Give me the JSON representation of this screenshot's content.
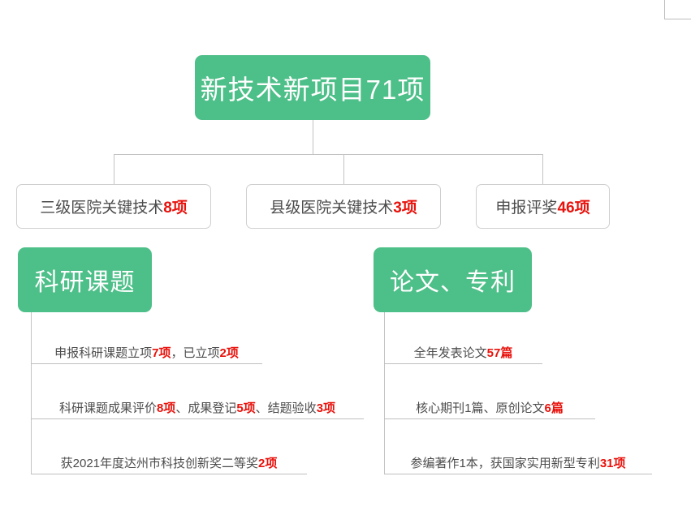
{
  "theme": {
    "green": "#4dbf88",
    "red": "#e8120c",
    "text": "#4c4c4c",
    "line": "#c3c3c3",
    "box_border": "#cfcfcf",
    "background": "#ffffff"
  },
  "chart_data": {
    "type": "diagram",
    "title": "新技术新项目71项",
    "layout": "org-chart",
    "root": {
      "label": "新技术新项目71项",
      "value": 71,
      "unit": "项"
    },
    "children": [
      {
        "label": "三级医院关键技术8项",
        "prefix": "三级医院关键技术",
        "value": 8,
        "unit": "项"
      },
      {
        "label": "县级医院关键技术3项",
        "prefix": "县级医院关键技术",
        "value": 3,
        "unit": "项"
      },
      {
        "label": "申报评奖46项",
        "prefix": "申报评奖",
        "value": 46,
        "unit": "项"
      }
    ],
    "sections": [
      {
        "heading": "科研课题",
        "items": [
          {
            "text": "申报科研课题立项7项，已立项2项",
            "values": [
              7,
              2
            ]
          },
          {
            "text": "科研课题成果评价8项、成果登记5项、结题验收3项",
            "values": [
              8,
              5,
              3
            ]
          },
          {
            "text": "获2021年度达州市科技创新奖二等奖2项",
            "values": [
              2
            ]
          }
        ]
      },
      {
        "heading": "论文、专利",
        "items": [
          {
            "text": "全年发表论文57篇",
            "values": [
              57
            ]
          },
          {
            "text": "核心期刊1篇、原创论文6篇",
            "values": [
              1,
              6
            ]
          },
          {
            "text": "参编著作1本，获国家实用新型专利31项",
            "values": [
              1,
              31
            ]
          }
        ]
      }
    ]
  },
  "root": {
    "label": "新技术新项目71项"
  },
  "branches": [
    {
      "name": "tertiary-hospital",
      "text_plain": "三级医院关键技术",
      "text_highlight": "8项"
    },
    {
      "name": "county-hospital",
      "text_plain": "县级医院关键技术",
      "text_highlight": "3项"
    },
    {
      "name": "award-application",
      "text_plain": "申报评奖",
      "text_highlight": "46项"
    }
  ],
  "research": {
    "heading": "科研课题",
    "items": [
      {
        "p1": "申报科研课题立项",
        "h1": "7项",
        "p2": "，已立项",
        "h2": "2项",
        "p3": "",
        "h3": "",
        "p4": ""
      },
      {
        "p1": "科研课题成果评价",
        "h1": "8项",
        "p2": "、成果登记",
        "h2": "5项",
        "p3": "、结题验收",
        "h3": "3项",
        "p4": ""
      },
      {
        "p1": "获2021年度达州市科技创新奖二等奖",
        "h1": "2项",
        "p2": "",
        "h2": "",
        "p3": "",
        "h3": "",
        "p4": ""
      }
    ]
  },
  "papers": {
    "heading": "论文、专利",
    "items": [
      {
        "p1": "全年发表论文",
        "h1": "57篇",
        "p2": "",
        "h2": "",
        "p3": "",
        "h3": "",
        "p4": ""
      },
      {
        "p1": "核心期刊1篇、原创论文",
        "h1": "6篇",
        "p2": "",
        "h2": "",
        "p3": "",
        "h3": "",
        "p4": ""
      },
      {
        "p1": "参编著作1本，获国家实用新型专利",
        "h1": "31项",
        "p2": "",
        "h2": "",
        "p3": "",
        "h3": "",
        "p4": ""
      }
    ]
  }
}
